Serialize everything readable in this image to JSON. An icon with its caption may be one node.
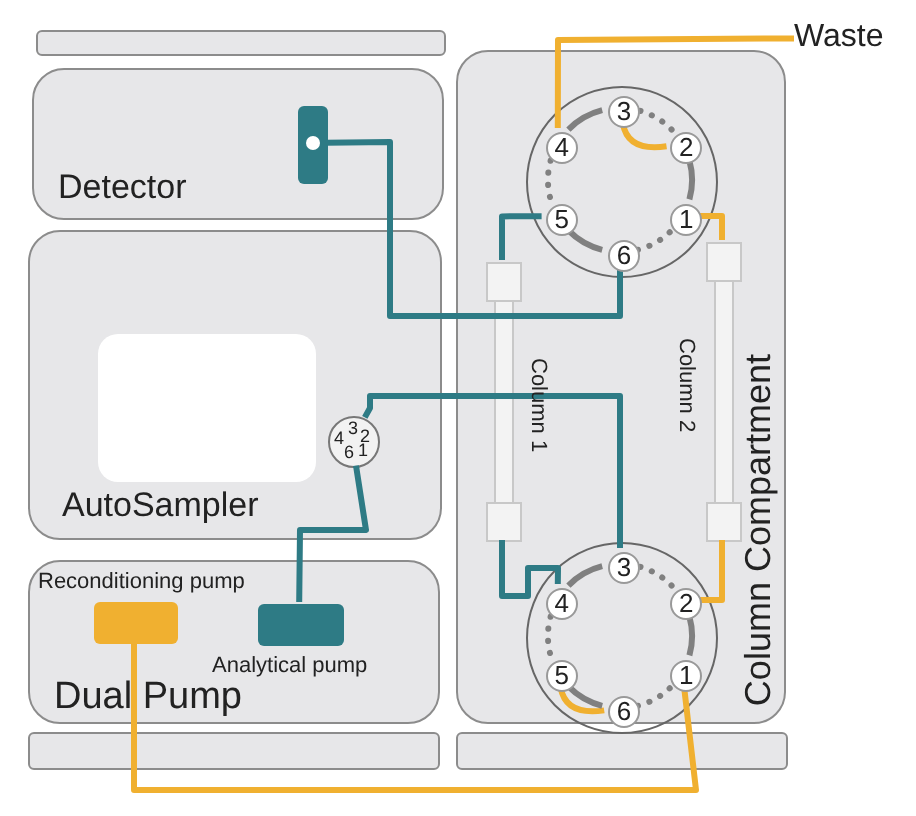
{
  "diagram": {
    "nodes": [
      {
        "text": [
          "Detector"
        ]
      },
      {
        "text": [],
        "shape": "box",
        "in": 0
      },
      {
        "text": [
          "AutoSampler"
        ]
      },
      {
        "text": [
          "4",
          "3",
          "2",
          "6",
          "1"
        ],
        "in": 2
      },
      {
        "text": [
          "Dual Pump"
        ]
      },
      {
        "text": [
          "Reconditioning pump"
        ],
        "in": 4
      },
      {
        "text": [
          "Analytical pump"
        ],
        "in": 4
      },
      {
        "text": [
          "Column Compartment"
        ]
      },
      {
        "text": [],
        "shape": "circle",
        "in": 7
      },
      {
        "text": [
          "3"
        ],
        "in": 8
      },
      {
        "text": [
          "2"
        ],
        "in": 8
      },
      {
        "text": [
          "4"
        ],
        "in": 8
      },
      {
        "text": [
          "1"
        ],
        "in": 8
      },
      {
        "text": [
          "5"
        ],
        "in": 8
      },
      {
        "text": [
          "6"
        ],
        "in": 8
      },
      {
        "text": [
          "Column 1"
        ],
        "in": 7
      },
      {
        "text": [
          "Column 2"
        ],
        "in": 7
      },
      {
        "text": [],
        "shape": "circle",
        "in": 7
      },
      {
        "text": [
          "3"
        ],
        "in": 17
      },
      {
        "text": [
          "2"
        ],
        "in": 17
      },
      {
        "text": [
          "4"
        ],
        "in": 17
      },
      {
        "text": [
          "1"
        ],
        "in": 17
      },
      {
        "text": [
          "5"
        ],
        "in": 17
      },
      {
        "text": [
          "6"
        ],
        "in": 17
      },
      {
        "text": [
          "Waste"
        ]
      },
      {
        "text": [],
        "shape": "box",
        "in": 2
      }
    ],
    "edges": [
      {
        "from": 1,
        "to": 14,
        "arrow": "none",
        "color": "#2e7b85"
      },
      {
        "from": 13,
        "to": 15,
        "arrow": "none",
        "color": "#2e7b85"
      },
      {
        "from": 15,
        "to": 20,
        "arrow": "none",
        "color": "#2e7b85"
      },
      {
        "from": 18,
        "to": 3,
        "arrow": "none",
        "color": "#2e7b85"
      },
      {
        "from": 3,
        "to": 6,
        "arrow": "none",
        "color": "#2e7b85"
      },
      {
        "from": 5,
        "to": 21,
        "arrow": "none",
        "color": "#f0b030"
      },
      {
        "from": 19,
        "to": 16,
        "arrow": "none",
        "color": "#f0b030"
      },
      {
        "from": 16,
        "to": 12,
        "arrow": "none",
        "color": "#f0b030"
      },
      {
        "from": 11,
        "to": 24,
        "arrow": "none",
        "color": "#f0b030"
      },
      {
        "from": 9,
        "to": 10,
        "arrow": "none",
        "color": "#f0b030"
      },
      {
        "from": 22,
        "to": 23,
        "arrow": "none",
        "color": "#f0b030"
      },
      {
        "from": 9,
        "to": 11,
        "arrow": "none"
      },
      {
        "from": 11,
        "to": 13,
        "arrow": "none",
        "style": "dashed"
      },
      {
        "from": 13,
        "to": 14,
        "arrow": "none"
      },
      {
        "from": 14,
        "to": 12,
        "arrow": "none",
        "style": "dashed"
      },
      {
        "from": 12,
        "to": 10,
        "arrow": "none"
      },
      {
        "from": 10,
        "to": 9,
        "arrow": "none",
        "style": "dashed"
      },
      {
        "from": 18,
        "to": 20,
        "arrow": "none"
      },
      {
        "from": 20,
        "to": 22,
        "arrow": "none",
        "style": "dashed"
      },
      {
        "from": 22,
        "to": 23,
        "arrow": "none"
      },
      {
        "from": 23,
        "to": 21,
        "arrow": "none",
        "style": "dashed"
      },
      {
        "from": 21,
        "to": 19,
        "arrow": "none"
      },
      {
        "from": 19,
        "to": 18,
        "arrow": "none",
        "style": "dashed"
      }
    ]
  }
}
